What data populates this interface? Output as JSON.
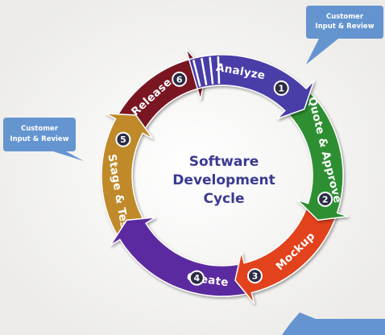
{
  "diagram": {
    "center_title": [
      "Software",
      "Development",
      "Cycle"
    ],
    "stages": [
      {
        "number": "1",
        "label": "Analyze",
        "color": "#4a3ea8"
      },
      {
        "number": "2",
        "label": "Quote & Approve",
        "color": "#2e8f33"
      },
      {
        "number": "3",
        "label": "Mockup",
        "color": "#e2431f"
      },
      {
        "number": "4",
        "label": "Create",
        "color": "#5b2aa0"
      },
      {
        "number": "5",
        "label": "Stage & Test",
        "color": "#c08a2c"
      },
      {
        "number": "6",
        "label": "Release",
        "color": "#7a1720"
      }
    ],
    "callouts": [
      {
        "lines": [
          "Customer",
          "Input & Review"
        ]
      },
      {
        "lines": [
          "Customer",
          "Input & Review"
        ]
      }
    ],
    "colors": {
      "center_text": "#3b3a93",
      "callout_fill": "#5d8fce",
      "badge_fill": "#2b2b45"
    }
  }
}
